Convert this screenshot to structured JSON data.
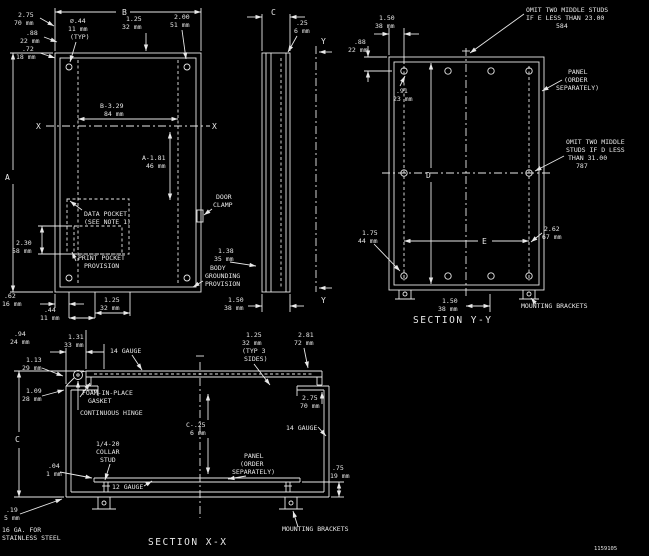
{
  "colors": {
    "background": "#000000",
    "line": "#e8e8e8"
  },
  "front": {
    "dim_b": "B",
    "dim_a": "A",
    "sect_x_left": "X",
    "sect_x_right": "X",
    "d275": [
      "2.75",
      "70 mm"
    ],
    "d88": [
      ".88",
      "22 mm"
    ],
    "d72": [
      ".72",
      "18 mm"
    ],
    "hole": [
      "⌀.44",
      "11 mm",
      "(TYP)"
    ],
    "d125_top": [
      "1.25",
      "32 mm"
    ],
    "d200": [
      "2.00",
      "51 mm"
    ],
    "db329": [
      "B-3.29",
      "84 mm"
    ],
    "da181": [
      "A-1.81",
      "46 mm"
    ],
    "data_pocket": [
      "DATA POCKET",
      "(SEE NOTE 1)"
    ],
    "print_pocket": [
      "PRINT POCKET",
      "PROVISION"
    ],
    "door_clamp": [
      "DOOR",
      "CLAMP"
    ],
    "body_grounding": [
      "BODY",
      "GROUNDING",
      "PROVISION"
    ],
    "d230": [
      "2.30",
      "58 mm"
    ],
    "d62": [
      ".62",
      "16 mm"
    ],
    "d44": [
      ".44",
      "11 mm"
    ],
    "d125_bottom": [
      "1.25",
      "32 mm"
    ],
    "d138": [
      "1.38",
      "35 mm"
    ],
    "d150": [
      "1.50",
      "38 mm"
    ]
  },
  "side": {
    "dim_c": "C",
    "sect_y_top": "Y",
    "sect_y_bottom": "Y",
    "d25": [
      ".25",
      "6 mm"
    ]
  },
  "yy": {
    "title": "SECTION Y-Y",
    "dim_d": "D",
    "dim_e": "E",
    "d150_top": [
      "1.50",
      "38 mm"
    ],
    "d88": [
      ".88",
      "22 mm"
    ],
    "d91": [
      ".91",
      "23 mm"
    ],
    "omit_e": [
      "OMIT TWO MIDDLE STUDS",
      "IF E LESS THAN 23.00",
      "584"
    ],
    "panel": [
      "PANEL",
      "(ORDER",
      "SEPARATELY)"
    ],
    "omit_d": [
      "OMIT TWO MIDDLE",
      "STUDS IF D LESS",
      "THAN 31.00",
      "787"
    ],
    "d175": [
      "1.75",
      "44 mm"
    ],
    "d262": [
      "2.62",
      "67 mm"
    ],
    "d150_bottom": [
      "1.50",
      "38 mm"
    ],
    "mounting_brackets": "MOUNTING BRACKETS"
  },
  "xx": {
    "title": "SECTION X-X",
    "dim_c": "C",
    "d94": [
      ".94",
      "24 mm"
    ],
    "d131": [
      "1.31",
      "33 mm"
    ],
    "gauge14_top": "14 GAUGE",
    "d125_typ": [
      "1.25",
      "32 mm",
      "(TYP 3",
      "SIDES)"
    ],
    "d281": [
      "2.81",
      "72 mm"
    ],
    "d113": [
      "1.13",
      "29 mm"
    ],
    "d109": [
      "1.09",
      "28 mm"
    ],
    "gasket": [
      "FOAM-IN-PLACE",
      "GASKET"
    ],
    "d275": [
      "2.75",
      "70 mm"
    ],
    "hinge": "CONTINUOUS HINGE",
    "dc25": [
      "C-.25",
      "6 mm"
    ],
    "gauge14_right": "14 GAUGE",
    "collar_stud": [
      "1/4-20",
      "COLLAR",
      "STUD"
    ],
    "d04": [
      ".04",
      "1 mm"
    ],
    "gauge12": "12 GAUGE",
    "panel": [
      "PANEL",
      "(ORDER",
      "SEPARATELY)"
    ],
    "d75": [
      ".75",
      "19 mm"
    ],
    "d19": [
      ".19",
      "5 mm"
    ],
    "stainless": [
      "16 GA. FOR",
      "STAINLESS STEEL"
    ],
    "mounting_brackets": "MOUNTING BRACKETS",
    "drawing_no": "1159105"
  }
}
